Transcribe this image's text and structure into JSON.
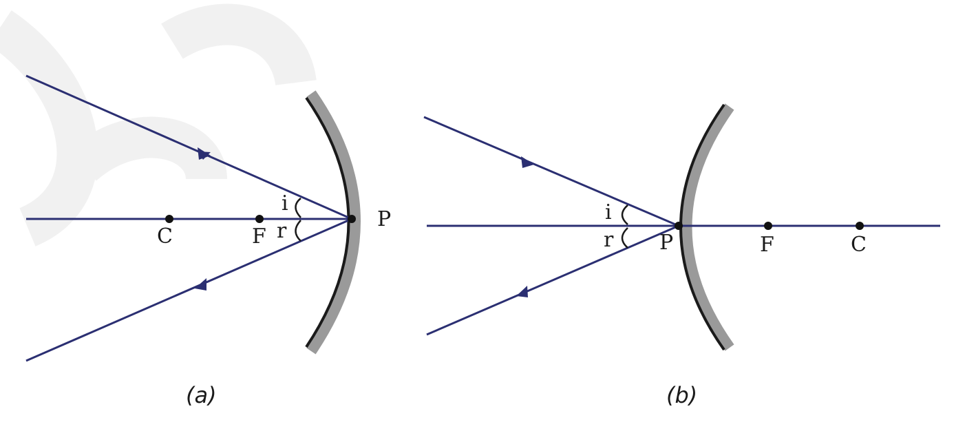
{
  "colors": {
    "ray": "#2b2f72",
    "mirror_back": "#9a9a9a",
    "mirror_front": "#1a1a1a",
    "point": "#111111",
    "watermark": "#f0f0f0"
  },
  "diagram_a": {
    "caption": "(a)",
    "mirror_type": "concave",
    "labels": {
      "C": "C",
      "F": "F",
      "P": "P",
      "i": "i",
      "r": "r"
    }
  },
  "diagram_b": {
    "caption": "(b)",
    "mirror_type": "convex",
    "labels": {
      "C": "C",
      "F": "F",
      "P": "P",
      "i": "i",
      "r": "r"
    }
  }
}
